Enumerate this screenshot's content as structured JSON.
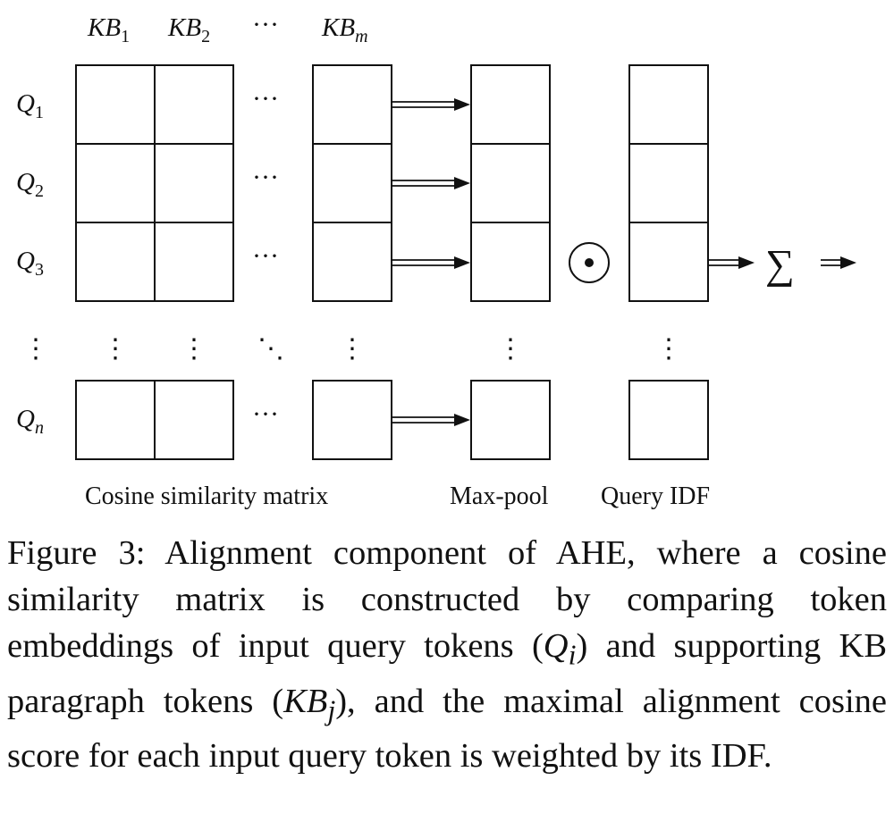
{
  "columns": [
    {
      "base": "KB",
      "sub": "1"
    },
    {
      "base": "KB",
      "sub": "2"
    },
    {
      "base": "KB",
      "sub": "m"
    }
  ],
  "rows": [
    {
      "base": "Q",
      "sub": "1"
    },
    {
      "base": "Q",
      "sub": "2"
    },
    {
      "base": "Q",
      "sub": "3"
    },
    {
      "base": "Q",
      "sub": "n"
    }
  ],
  "ellipsis_h": "···",
  "ellipsis_v": "⋮",
  "ellipsis_d": "⋱",
  "operator_hadamard": "⊙",
  "operator_sum": "∑",
  "labels": {
    "cosine": "Cosine similarity matrix",
    "maxpool": "Max-pool",
    "idf": "Query IDF"
  },
  "caption": {
    "figure_label": "Figure 3:",
    "part1": "Alignment component of AHE, where a co­sine similarity matrix is constructed by comparing to­ken embeddings of input query tokens (",
    "q_base": "Q",
    "q_sub": "i",
    "part2": ") and sup­porting KB paragraph tokens (",
    "kb_base": "KB",
    "kb_sub": "j",
    "part3": "), and the maximal alignment cosine score for each input query token is weighted by its IDF."
  }
}
